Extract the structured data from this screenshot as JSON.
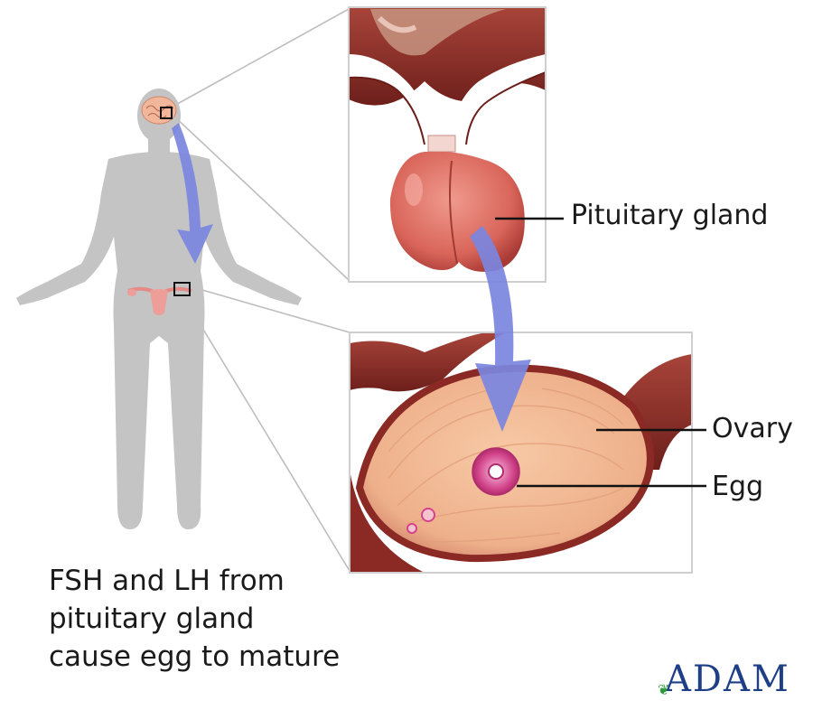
{
  "labels": {
    "pituitary": "Pituitary gland",
    "ovary": "Ovary",
    "egg": "Egg"
  },
  "caption": {
    "line1": "FSH and LH from",
    "line2": "pituitary gland",
    "line3": "cause egg to mature"
  },
  "logo": {
    "text": "ADAM"
  },
  "colors": {
    "silhouette": "#c4c4c4",
    "arrow": "#7b86e0",
    "tissue": "#8b2a24",
    "gland": "#d9655a",
    "ovary": "#f0b08a",
    "egg": "#d2458a",
    "logo": "#1e3f86"
  }
}
